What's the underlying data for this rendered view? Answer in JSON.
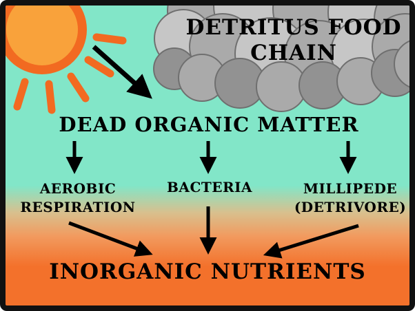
{
  "title": {
    "line1": "DETRITUS FOOD",
    "line2": "CHAIN"
  },
  "nodes": {
    "source": "DEAD ORGANIC MATTER",
    "aerobic_line1": "AEROBIC",
    "aerobic_line2": "RESPIRATION",
    "bacteria": "BACTERIA",
    "millipede_line1": "MILLIPEDE",
    "millipede_line2": "(DETRIVORE)",
    "sink": "INORGANIC NUTRIENTS"
  },
  "edges": [
    {
      "from": "sun",
      "to": "DEAD ORGANIC MATTER"
    },
    {
      "from": "DEAD ORGANIC MATTER",
      "to": "AEROBIC RESPIRATION"
    },
    {
      "from": "DEAD ORGANIC MATTER",
      "to": "BACTERIA"
    },
    {
      "from": "DEAD ORGANIC MATTER",
      "to": "MILLIPEDE (DETRIVORE)"
    },
    {
      "from": "AEROBIC RESPIRATION",
      "to": "INORGANIC NUTRIENTS"
    },
    {
      "from": "BACTERIA",
      "to": "INORGANIC NUTRIENTS"
    },
    {
      "from": "MILLIPEDE (DETRIVORE)",
      "to": "INORGANIC NUTRIENTS"
    }
  ],
  "graphics": [
    "sun-icon",
    "cloud-icon",
    "arrow-icon"
  ],
  "colors": {
    "bg-teal": "#82e6c8",
    "bg-orange": "#f3712b",
    "sun-fill": "#f9a23b",
    "sun-ray": "#f26a21",
    "cloud-light": "#c6c6c6",
    "cloud-mid": "#aaaaaa",
    "cloud-dark": "#929292",
    "cloud-outline": "#6f6f6f",
    "arrow": "#000000",
    "text": "#000000",
    "border": "#111111"
  }
}
